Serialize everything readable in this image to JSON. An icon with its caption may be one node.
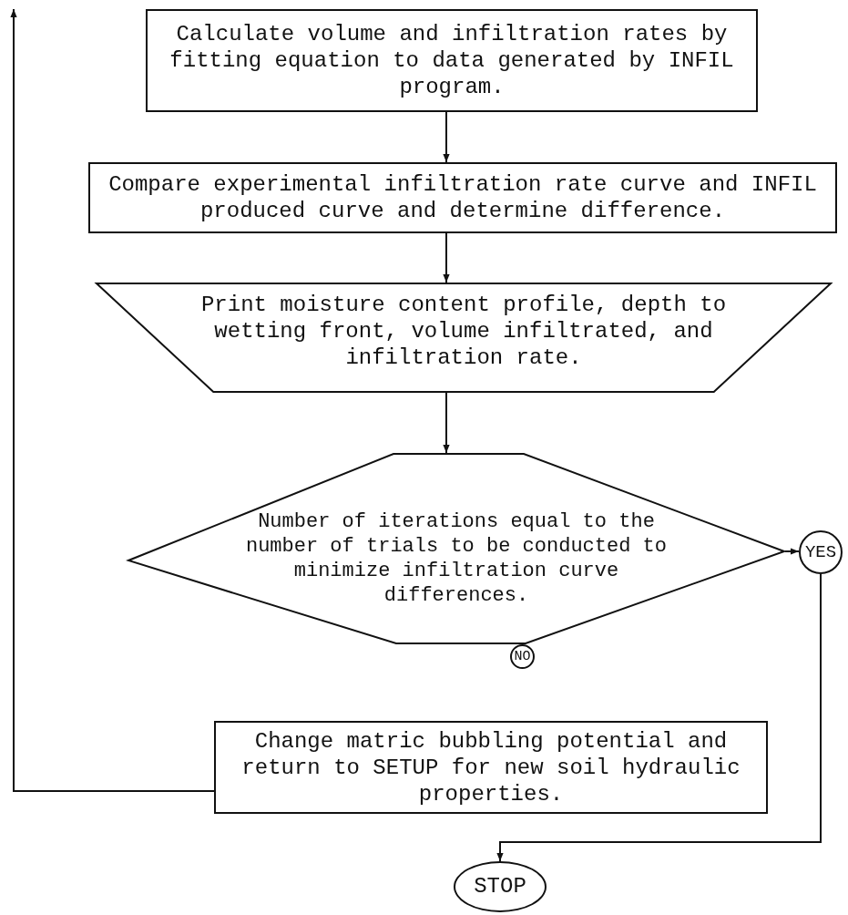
{
  "diagram": {
    "nodes": [
      {
        "text": [
          "Calculate volume and infiltration rates by fitting equation to data generated by INFIL program."
        ]
      },
      {
        "text": [
          "Compare experimental infiltration rate curve and INFIL produced curve and determine difference."
        ]
      },
      {
        "text": [
          "Print moisture content profile, depth to wetting front, volume infiltrated, and infiltration rate."
        ]
      },
      {
        "text": [
          "Number of iterations equal to the number of trials to be conducted to minimize infiltration curve differences."
        ]
      },
      {
        "text": [
          "YES"
        ]
      },
      {
        "text": [
          "NO"
        ]
      },
      {
        "text": [
          "Change matric bubbling potential and return to SETUP for new soil hydraulic properties."
        ]
      },
      {
        "text": [
          "STOP"
        ]
      }
    ],
    "edges": [
      {
        "from": 0,
        "to": 1,
        "arrow": "to"
      },
      {
        "from": 1,
        "to": 2,
        "arrow": "to"
      },
      {
        "from": 2,
        "to": 3,
        "arrow": "to"
      },
      {
        "from": 3,
        "to": 4,
        "arrow": "to"
      },
      {
        "from": 4,
        "to": 7,
        "arrow": "to"
      },
      {
        "from": 6,
        "to": null,
        "arrow": "to"
      }
    ]
  }
}
